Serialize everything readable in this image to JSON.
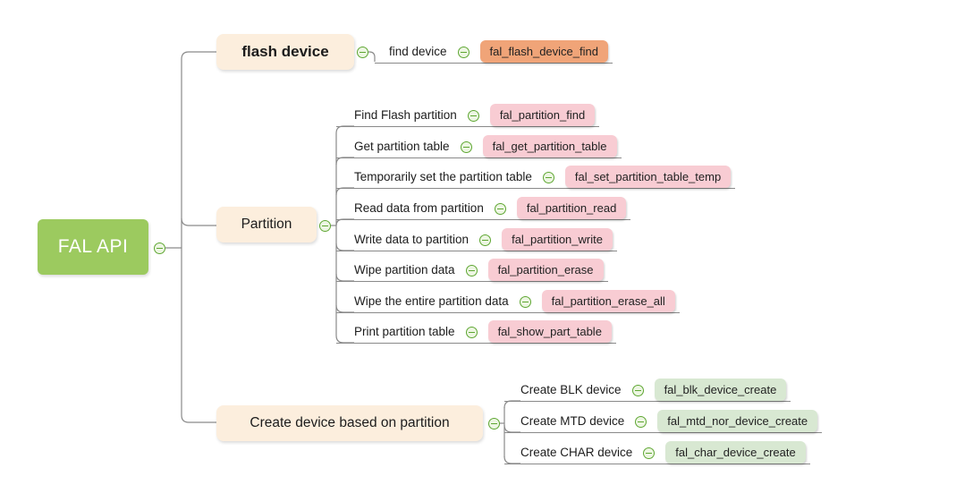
{
  "root": {
    "label": "FAL API"
  },
  "branches": [
    {
      "label": "flash device",
      "children": [
        {
          "label": "find device",
          "api": "fal_flash_device_find",
          "color": "orange"
        }
      ]
    },
    {
      "label": "Partition",
      "children": [
        {
          "label": "Find Flash partition",
          "api": "fal_partition_find",
          "color": "pink"
        },
        {
          "label": "Get partition table",
          "api": "fal_get_partition_table",
          "color": "pink"
        },
        {
          "label": "Temporarily set the partition table",
          "api": "fal_set_partition_table_temp",
          "color": "pink"
        },
        {
          "label": "Read data from partition",
          "api": "fal_partition_read",
          "color": "pink"
        },
        {
          "label": "Write data to partition",
          "api": "fal_partition_write",
          "color": "pink"
        },
        {
          "label": "Wipe partition data",
          "api": "fal_partition_erase",
          "color": "pink"
        },
        {
          "label": "Wipe the entire partition data",
          "api": "fal_partition_erase_all",
          "color": "pink"
        },
        {
          "label": "Print partition table",
          "api": "fal_show_part_table",
          "color": "pink"
        }
      ]
    },
    {
      "label": "Create device based on partition",
      "children": [
        {
          "label": "Create BLK device",
          "api": "fal_blk_device_create",
          "color": "green"
        },
        {
          "label": "Create MTD device",
          "api": "fal_mtd_nor_device_create",
          "color": "green"
        },
        {
          "label": "Create CHAR device",
          "api": "fal_char_device_create",
          "color": "green"
        }
      ]
    }
  ],
  "icons": {
    "collapse": "minus-circle"
  },
  "palette": {
    "root": "#9cca5f",
    "branch": "#fceedd",
    "orange": "#f0a478",
    "pink": "#f8ccd3",
    "green": "#d8e8d2",
    "line": "#8a8a8a",
    "icon": "#5fa733",
    "iconfill": "#edf6e3"
  }
}
